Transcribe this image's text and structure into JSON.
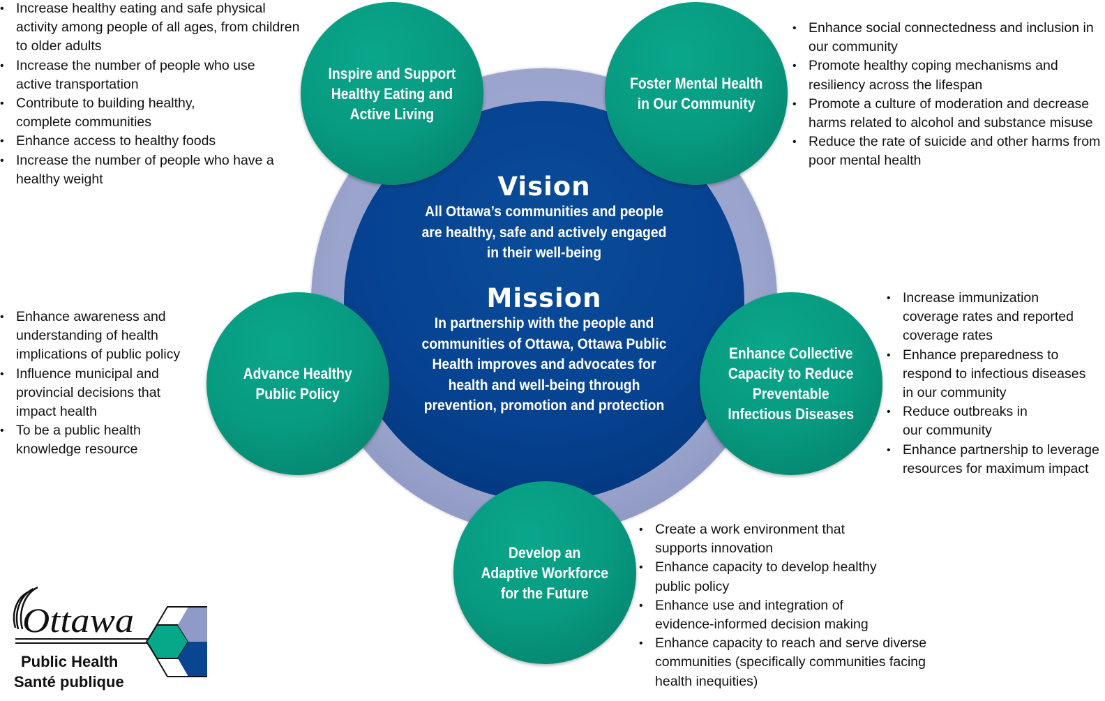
{
  "center": {
    "vision_title": "Vision",
    "vision_text": "All Ottawa’s communities and people\nare healthy, safe and actively engaged\nin their well-being",
    "mission_title": "Mission",
    "mission_text": "In partnership with the people and\ncommunities of Ottawa, Ottawa Public\nHealth improves and advocates for\nhealth and well-being through\nprevention, promotion and protection"
  },
  "goals": [
    {
      "label": "Inspire and Support\nHealthy Eating and\nActive Living",
      "bullets": [
        "Increase healthy eating and safe physical\nactivity among people of all ages, from children\nto older adults",
        "Increase the number of people who use\nactive transportation",
        "Contribute to building healthy,\ncomplete communities",
        "Enhance access to healthy foods",
        "Increase the number of people who have a\nhealthy weight"
      ]
    },
    {
      "label": "Foster Mental Health\nin Our Community",
      "bullets": [
        "Enhance social connectedness and inclusion in\nour community",
        "Promote healthy coping mechanisms and\nresiliency across the lifespan",
        "Promote a culture of moderation and decrease\nharms related to alcohol and substance misuse",
        "Reduce the rate of suicide and other harms from\npoor mental health"
      ]
    },
    {
      "label": "Advance Healthy\nPublic Policy",
      "bullets": [
        "Enhance awareness and\nunderstanding of health\nimplications of public policy",
        "Influence municipal and\nprovincial decisions that\nimpact health",
        "To be a public health\nknowledge resource"
      ]
    },
    {
      "label": "Enhance Collective\nCapacity to Reduce\nPreventable\nInfectious Diseases",
      "bullets": [
        "Increase immunization\ncoverage rates and reported\ncoverage rates",
        "Enhance preparedness to\nrespond to infectious diseases\nin our community",
        "Reduce outbreaks in\nour community",
        "Enhance partnership to leverage\nresources for maximum impact"
      ]
    },
    {
      "label": "Develop an\nAdaptive Workforce\nfor the Future",
      "bullets": [
        "Create a work environment that\nsupports innovation",
        "Enhance capacity to develop healthy\npublic policy",
        "Enhance use and integration of\nevidence-informed decision making",
        "Enhance capacity to reach and serve diverse\ncommunities (specifically communities facing\nhealth inequities)"
      ]
    }
  ],
  "logo": {
    "wordmark": "Ottawa",
    "line1": "Public Health",
    "line2": "Santé publique",
    "colors": {
      "teal": "#07a88a",
      "lavender": "#8f9ac8",
      "navy": "#0a4592"
    }
  },
  "colors": {
    "node": "#079a80",
    "core": "#064291",
    "ring": "#9aa4cc"
  }
}
